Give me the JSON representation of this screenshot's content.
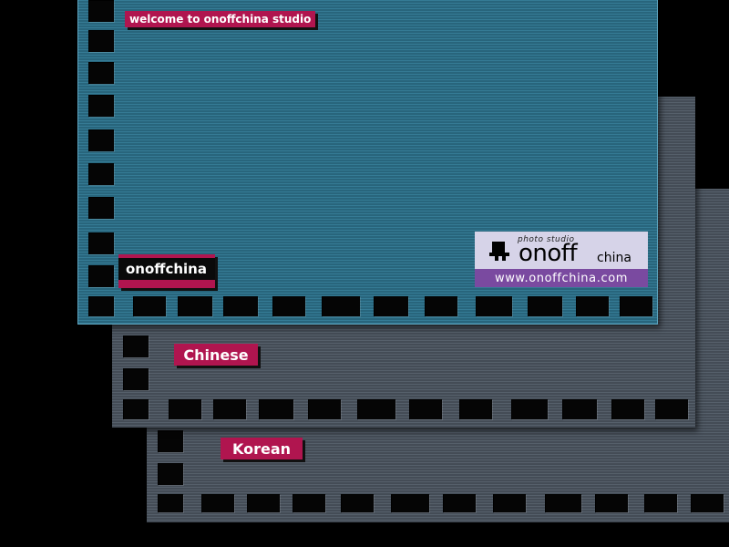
{
  "welcome": {
    "text": "welcome to onoffchina studio"
  },
  "labels": {
    "main": "onoffchina",
    "chinese": "Chinese",
    "korean": "Korean"
  },
  "logo": {
    "tagline": "photo studio",
    "brand": "onoff",
    "brand_suffix": "china",
    "url": "www.onoffchina.com"
  },
  "colors": {
    "accent": "#b0154f",
    "teal_panel": "#2e6f87",
    "gray_panel": "#4c5560",
    "logo_purple": "#7a4aa0"
  }
}
